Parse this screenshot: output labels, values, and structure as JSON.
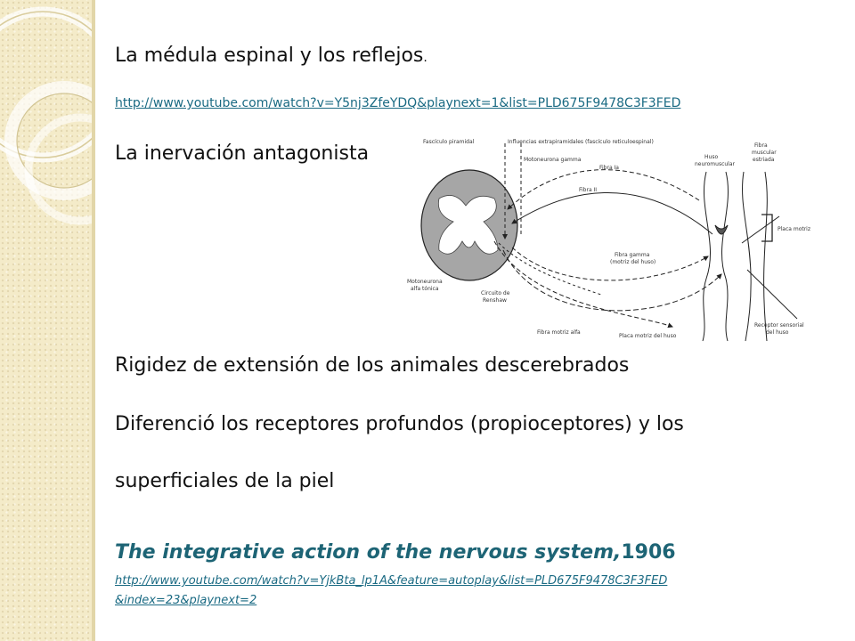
{
  "slide": {
    "title_main": "La médula espinal y los reflejos",
    "title_dot": ".",
    "link1": "http://www.youtube.com/watch?v=Y5nj3ZfeYDQ&playnext=1&list=PLD675F9478C3F3FED",
    "subtitle": "La inervación antagonista",
    "line1": "Rigidez de extensión de los animales descerebrados",
    "line2": "Diferenció los receptores profundos (propioceptores) y los",
    "line3": "superficiales de la piel",
    "book_title": "The integrative action of the nervous system,",
    "book_year": "1906",
    "link2_line1": "http://www.youtube.com/watch?v=YjkBta_lp1A&feature=autoplay&list=PLD675F9478C3F3FED",
    "link2_line2": "&index=23&playnext=2"
  },
  "figure": {
    "labels": {
      "fasciculo_piramidal": "Fascículo piramidal",
      "influencias": "Influencias extrapiramidales (fascículo reticuloespinal)",
      "motoneurona_gamma": "Motoneurona gamma",
      "fibra_ia": "Fibra Ia",
      "fibra_ii": "Fibra II",
      "huso": "Huso",
      "neuromuscular": "neuromuscular",
      "fibra": "Fibra",
      "muscular": "muscular",
      "estriada": "estriada",
      "placa_motriz": "Placa motriz",
      "motoneurona": "Motoneurona",
      "alfa_tonica": "alfa tónica",
      "circuito_de": "Circuito de",
      "renshaw": "Renshaw",
      "fibra_gamma": "Fibra gamma",
      "motriz_huso": "(motriz del huso)",
      "fibra_motriz_alfa": "Fibra motriz alfa",
      "placa_motriz_huso": "Placa motriz del huso",
      "receptor_sensorial": "Receptor sensorial",
      "del_huso": "del huso"
    }
  },
  "colors": {
    "sidebar": "#f4ebc9",
    "link": "#1a6a83",
    "book_title": "#1d6475"
  }
}
